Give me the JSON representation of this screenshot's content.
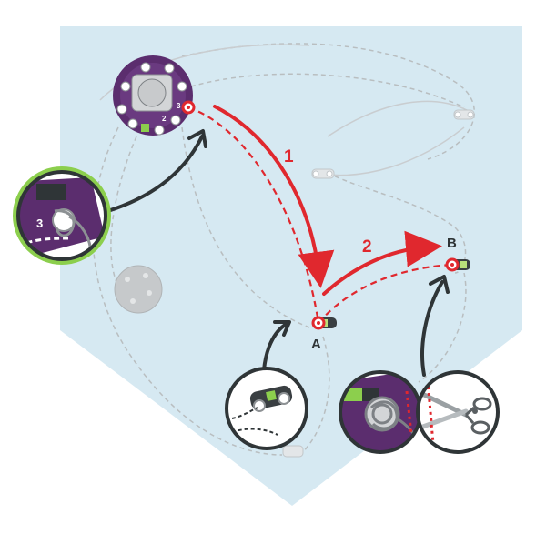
{
  "labels": {
    "step_1": "1",
    "step_2": "2",
    "point_a": "A",
    "point_b": "B",
    "board_pin": "3"
  },
  "colors": {
    "background_panel": "#d6e9f2",
    "stitch_red": "#e0282e",
    "arrow_dark": "#2f3537",
    "highlight_ring": "#8ccf4d",
    "board_purple": "#5b2d6e",
    "thread_gray": "#b9bec0"
  },
  "icons": [
    "circuit-board-icon",
    "led-sequin-icon",
    "needle-thread-icon",
    "knot-icon",
    "scissors-icon"
  ]
}
